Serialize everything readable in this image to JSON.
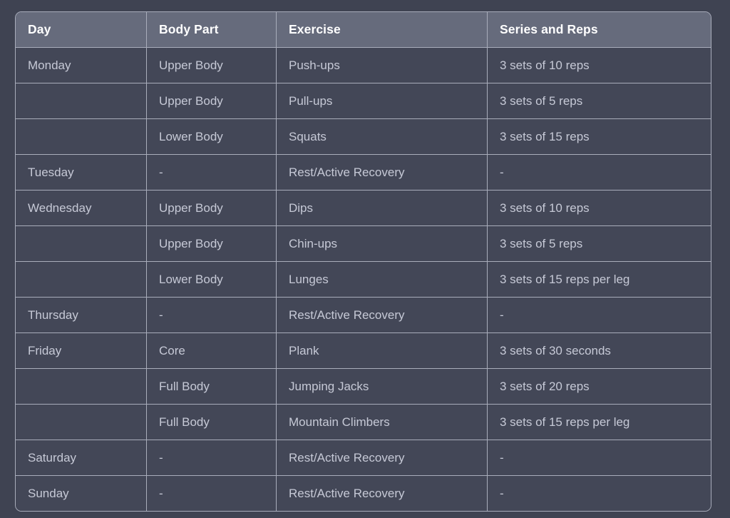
{
  "table": {
    "name": "workout-schedule",
    "columns": [
      "Day",
      "Body Part",
      "Exercise",
      "Series and Reps"
    ],
    "colors": {
      "page_background": "#3f4352",
      "header_background": "#666b7c",
      "cell_background": "#434757",
      "border": "#a9adbb",
      "header_text": "#ffffff",
      "cell_text": "#c6c9d6"
    },
    "rows": [
      {
        "day": "Monday",
        "body_part": "Upper Body",
        "exercise": "Push-ups",
        "series_and_reps": "3 sets of 10 reps"
      },
      {
        "day": "",
        "body_part": "Upper Body",
        "exercise": "Pull-ups",
        "series_and_reps": "3 sets of 5 reps"
      },
      {
        "day": "",
        "body_part": "Lower Body",
        "exercise": "Squats",
        "series_and_reps": "3 sets of 15 reps"
      },
      {
        "day": "Tuesday",
        "body_part": "-",
        "exercise": "Rest/Active Recovery",
        "series_and_reps": "-"
      },
      {
        "day": "Wednesday",
        "body_part": "Upper Body",
        "exercise": "Dips",
        "series_and_reps": "3 sets of 10 reps"
      },
      {
        "day": "",
        "body_part": "Upper Body",
        "exercise": "Chin-ups",
        "series_and_reps": "3 sets of 5 reps"
      },
      {
        "day": "",
        "body_part": "Lower Body",
        "exercise": "Lunges",
        "series_and_reps": "3 sets of 15 reps per leg"
      },
      {
        "day": "Thursday",
        "body_part": "-",
        "exercise": "Rest/Active Recovery",
        "series_and_reps": "-"
      },
      {
        "day": "Friday",
        "body_part": "Core",
        "exercise": "Plank",
        "series_and_reps": "3 sets of 30 seconds"
      },
      {
        "day": "",
        "body_part": "Full Body",
        "exercise": "Jumping Jacks",
        "series_and_reps": "3 sets of 20 reps"
      },
      {
        "day": "",
        "body_part": "Full Body",
        "exercise": "Mountain Climbers",
        "series_and_reps": "3 sets of 15 reps per leg"
      },
      {
        "day": "Saturday",
        "body_part": "-",
        "exercise": "Rest/Active Recovery",
        "series_and_reps": "-"
      },
      {
        "day": "Sunday",
        "body_part": "-",
        "exercise": "Rest/Active Recovery",
        "series_and_reps": "-"
      }
    ]
  }
}
